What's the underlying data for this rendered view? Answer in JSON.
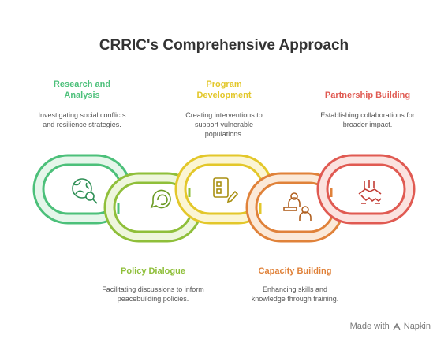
{
  "title": "CRRIC's Comprehensive Approach",
  "links": [
    {
      "label": "Research and Analysis",
      "description": "Investigating social conflicts and resilience strategies.",
      "color": "#4cc07a",
      "fill": "#e5f6ea",
      "icon": "globe-magnifier-icon"
    },
    {
      "label": "Policy Dialogue",
      "description": "Facilitating discussions to inform peacebuilding policies.",
      "color": "#8fbf3a",
      "fill": "#eef6dc",
      "icon": "speech-bubble-icon"
    },
    {
      "label": "Program Development",
      "description": "Creating interventions to support vulnerable populations.",
      "color": "#e3c72a",
      "fill": "#fbf5d3",
      "icon": "document-pen-icon"
    },
    {
      "label": "Capacity Building",
      "description": "Enhancing skills and knowledge through training.",
      "color": "#e0823a",
      "fill": "#fbe9d8",
      "icon": "teacher-students-icon"
    },
    {
      "label": "Partnership Building",
      "description": "Establishing collaborations for broader impact.",
      "color": "#e05a52",
      "fill": "#fbe2df",
      "icon": "handshake-icon"
    }
  ],
  "watermark": {
    "prefix": "Made with",
    "brand": "Napkin"
  }
}
